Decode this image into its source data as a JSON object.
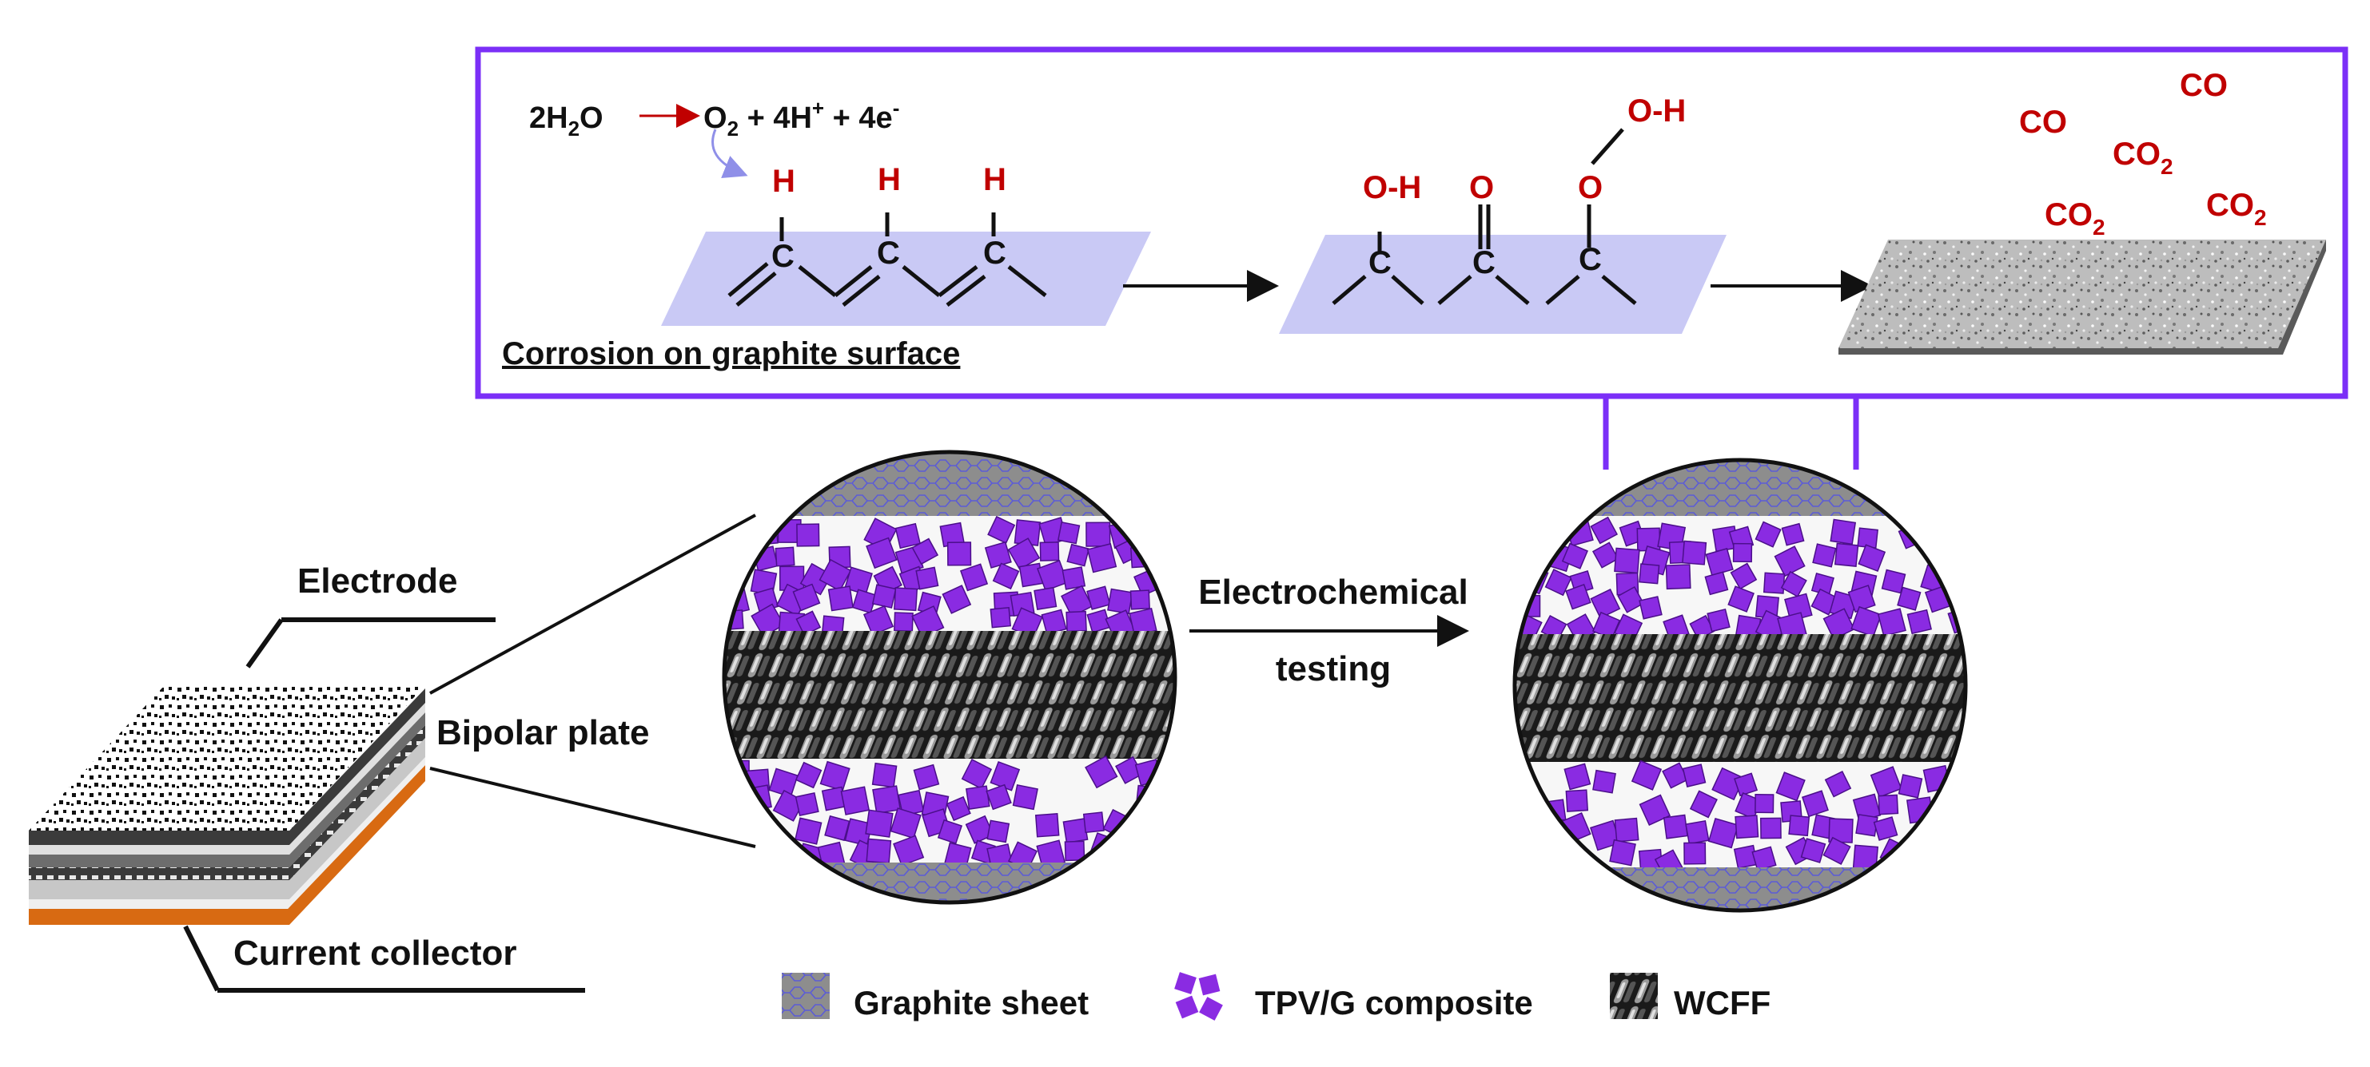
{
  "reaction": {
    "reactant_coef": "2H",
    "reactant_sub": "2",
    "reactant_tail": "O",
    "product_o": "O",
    "product_o_sub": "2",
    "product_mid": " + 4H",
    "product_h_sup": "+",
    "product_end": " + 4e",
    "product_e_sup": "-"
  },
  "surface_stage1": {
    "atom_labels": [
      "H",
      "H",
      "H"
    ],
    "carbon_labels": [
      "C",
      "C",
      "C"
    ]
  },
  "surface_stage2": {
    "group_labels": [
      "O-H",
      "O",
      "O"
    ],
    "carbon_labels": [
      "C",
      "C",
      "C"
    ],
    "peroxy_label": "O-H"
  },
  "gases": [
    {
      "main": "CO",
      "sub": ""
    },
    {
      "main": "CO",
      "sub": ""
    },
    {
      "main": "CO",
      "sub": "2"
    },
    {
      "main": "CO",
      "sub": "2"
    },
    {
      "main": "CO",
      "sub": "2"
    }
  ],
  "corrosion_caption": "Corrosion on graphite surface",
  "stack_labels": {
    "electrode": "Electrode",
    "bipolar_plate": "Bipolar plate",
    "current_collector": "Current collector"
  },
  "process_label": {
    "line1": "Electrochemical",
    "line2": "testing"
  },
  "legend": [
    {
      "label": "Graphite sheet",
      "swatch": "graphite"
    },
    {
      "label": "TPV/G composite",
      "swatch": "composite"
    },
    {
      "label": "WCFF",
      "swatch": "wcff"
    }
  ],
  "colors": {
    "frame_purple": "#7b2ff7",
    "composite_purple": "#8a2be2",
    "plane_lavender": "#c9c9f5",
    "annotation_red": "#c00000",
    "collector_orange": "#d86a12"
  }
}
